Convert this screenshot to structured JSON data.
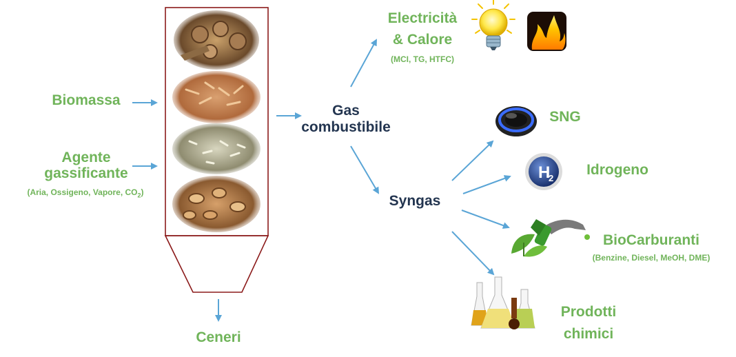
{
  "inputs": {
    "biomass": "Biomassa",
    "agent_line1": "Agente",
    "agent_line2": "gassificante",
    "agent_detail_prefix": "(Aria, Ossigeno, Vapore, CO",
    "agent_detail_sub": "2",
    "agent_detail_suffix": ")"
  },
  "outputs": {
    "ash": "Ceneri",
    "fuel_gas_line1": "Gas",
    "fuel_gas_line2": "combustibile",
    "syngas": "Syngas"
  },
  "fuel_gas_uses": {
    "line1": "Electricità",
    "line2": "& Calore",
    "detail": "(MCI, TG, HTFC)"
  },
  "syngas_products": {
    "sng": "SNG",
    "hydrogen": "Idrogeno",
    "biofuels": "BioCarburanti",
    "biofuels_detail": "(Benzine, Diesel, MeOH, DME)",
    "chemicals_line1": "Prodotti",
    "chemicals_line2": "chimici"
  },
  "icons": {
    "h2_main": "H",
    "h2_sub": "2"
  },
  "colors": {
    "label_green": "#70b45a",
    "arrow_blue": "#5aa5d6",
    "gasifier_outline": "#8b1a1a",
    "text_dark": "#233550"
  }
}
